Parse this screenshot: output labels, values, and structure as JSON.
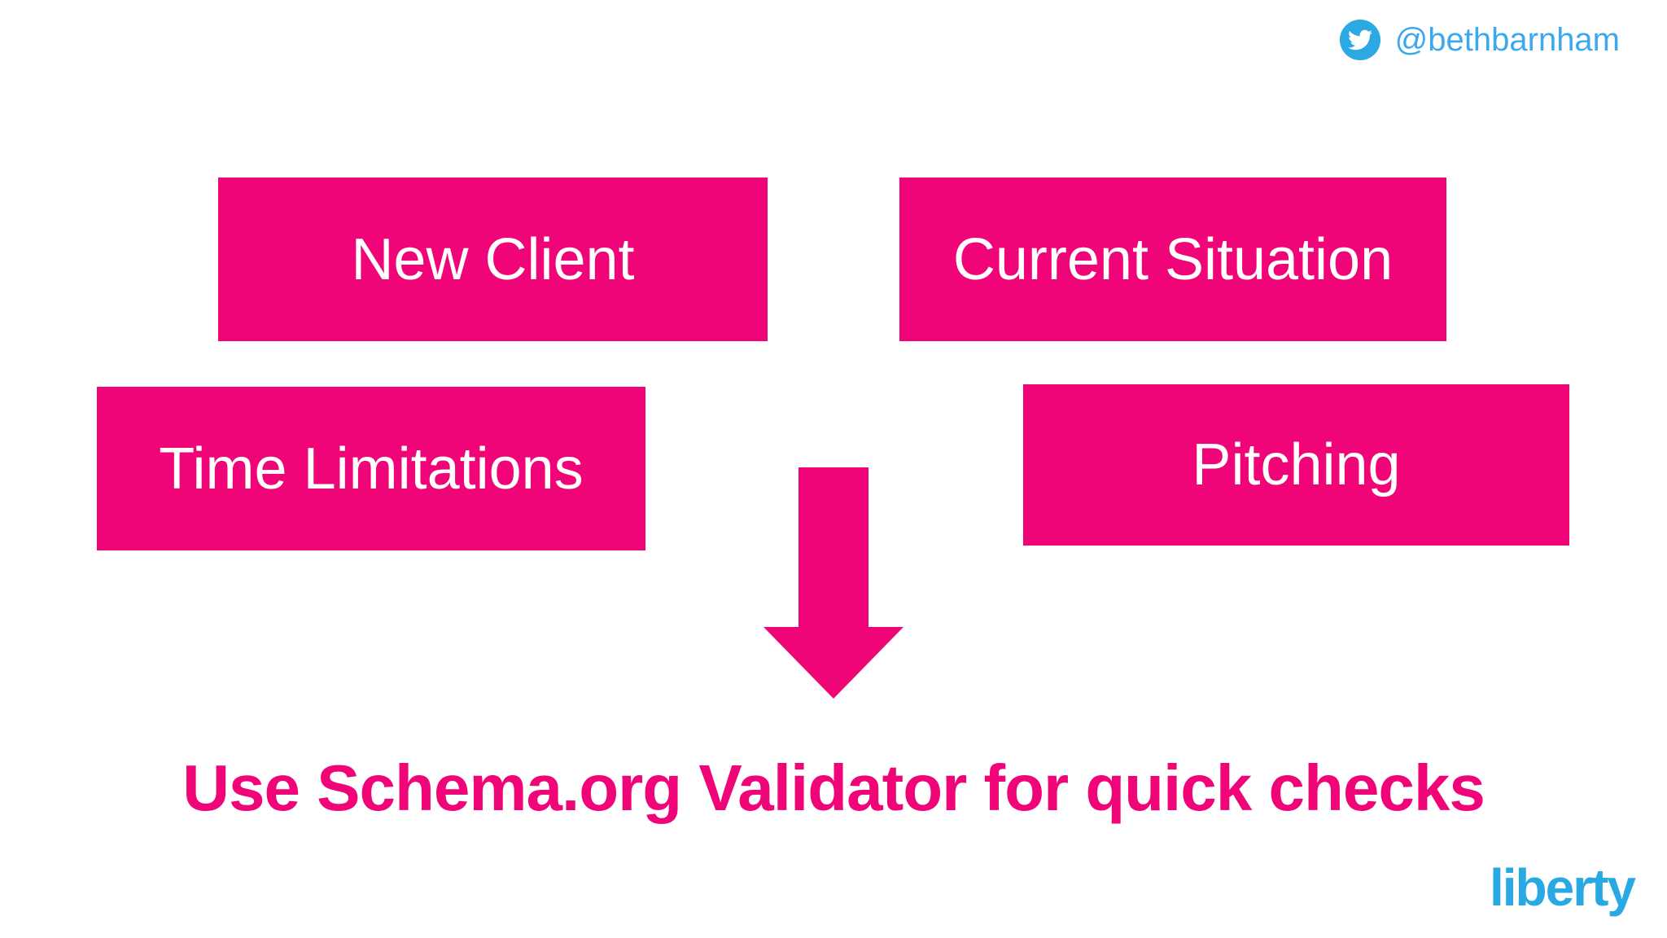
{
  "theme": {
    "pink": "#F00578",
    "twitter_blue": "#2CA8E2",
    "handle_blue": "#3EA8EF",
    "logo_blue": "#29A9E4",
    "box_text_white": "#FFFFFF",
    "background": "#FFFFFF"
  },
  "header": {
    "twitter_icon": "twitter-bird-icon",
    "twitter_handle": "@bethbarnham"
  },
  "boxes": [
    {
      "label": "New Client"
    },
    {
      "label": "Current Situation"
    },
    {
      "label": "Time Limitations"
    },
    {
      "label": "Pitching"
    }
  ],
  "arrow": {
    "icon": "down-arrow-icon",
    "direction": "down"
  },
  "headline": {
    "text": "Use Schema.org Validator for quick checks"
  },
  "footer": {
    "logo_text": "liberty"
  }
}
